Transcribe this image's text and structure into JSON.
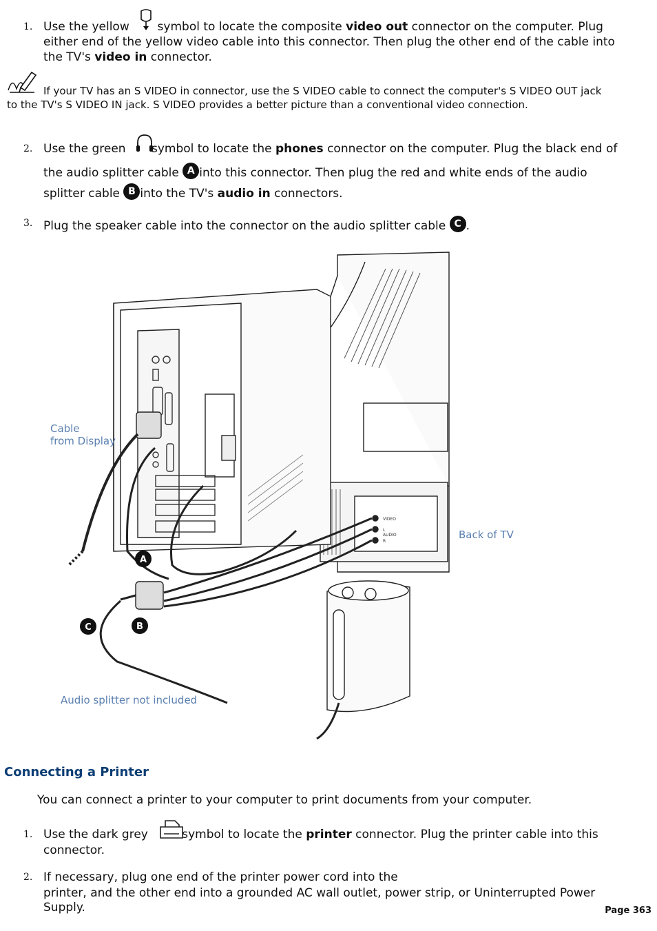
{
  "steps1": [
    {
      "num": "1.",
      "pre": "Use the yellow ",
      "post": " symbol to locate the composite ",
      "bold": "video out",
      "post2": " connector on the computer. Plug",
      "line2": "either end of the yellow video cable into this connector. Then plug the other end of the cable into",
      "line3_pre": "the TV's ",
      "line3_bold": "video in",
      "line3_post": " connector.",
      "icon": "video-out-icon"
    }
  ],
  "note": {
    "icon": "note-pencil-icon",
    "line1": "If your TV has an S VIDEO in connector, use the S VIDEO cable to connect the computer's S VIDEO OUT jack",
    "line2": "to the TV's S VIDEO IN jack. S VIDEO provides a better picture than a conventional video connection."
  },
  "step2": {
    "num": "2.",
    "l1_pre": "Use the green ",
    "l1_mid": "symbol to locate the ",
    "l1_bold": "phones",
    "l1_post": " connector on the computer. Plug the black end of",
    "l2_pre": "the audio splitter cable ",
    "l2_post": "into this connector. Then plug the red and white ends of the audio",
    "l3_pre": "splitter cable ",
    "l3_mid": "into the TV's ",
    "l3_bold": "audio in",
    "l3_post": " connectors.",
    "badge_a": "A",
    "badge_b": "B",
    "icon": "headphones-icon"
  },
  "step3": {
    "num": "3.",
    "text": "Plug the speaker cable into the connector on the audio splitter cable ",
    "badge_c": "C",
    "end": "."
  },
  "illustration": {
    "label_cable": "Cable",
    "label_cable2": "from Display",
    "label_back_tv": "Back of TV",
    "label_splitter": "Audio splitter not included",
    "callout_a": "A",
    "callout_b": "B",
    "callout_c": "C",
    "tv_video": "VIDEO",
    "tv_l": "L",
    "tv_audio": "AUDIO",
    "tv_r": "R"
  },
  "section": {
    "heading": "Connecting a Printer",
    "intro": "You can connect a printer to your computer to print documents from your computer."
  },
  "printer_steps": {
    "s1_num": "1.",
    "s1_pre": "Use the dark grey ",
    "s1_mid": "symbol to locate the ",
    "s1_bold": "printer",
    "s1_post": " connector. Plug the printer cable into this",
    "s1_line2": "connector.",
    "s1_icon": "printer-icon",
    "s2_num": "2.",
    "s2_line1": "If necessary, plug one end of the printer power cord into the",
    "s2_line2": "printer, and the other end into a grounded AC wall outlet, power strip, or Uninterrupted Power",
    "s2_line3": "Supply."
  },
  "footer": {
    "page": "Page 363"
  }
}
